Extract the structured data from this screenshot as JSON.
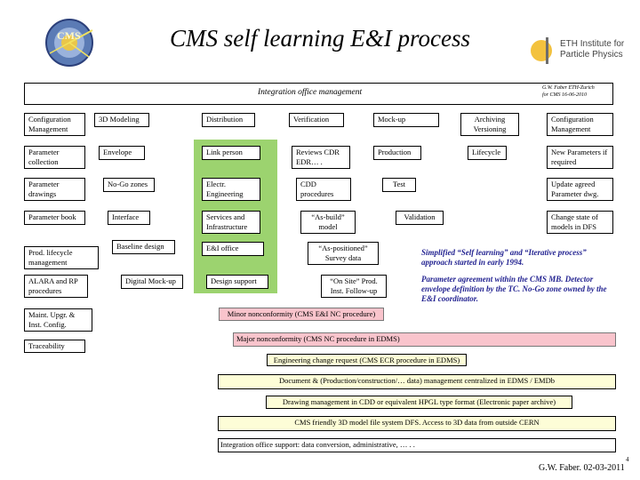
{
  "slide": {
    "title": "CMS self learning E&I process",
    "logo_right_line1": "ETH Institute for",
    "logo_right_line2": "Particle Physics",
    "page_number": "4",
    "footer": "G.W. Faber. 02-03-2011"
  },
  "colors": {
    "green_fill": "#9cd36f",
    "pink_fill": "#f9c4cc",
    "pale_fill": "#fdfdd7",
    "note_blue": "#1f1f8f"
  },
  "header": {
    "label": "Integration office management",
    "credit_line1": "G.W. Faber  ETH-Zurich",
    "credit_line2": "for CMS 16-06-2010"
  },
  "grid": {
    "col1": [
      "Configuration Management",
      "Parameter collection",
      "Parameter drawings",
      "Parameter book",
      "Prod. lifecycle management",
      "ALARA and RP procedures",
      "Maint. Upgr. & Inst. Config.",
      "Traceability"
    ],
    "col2": [
      "3D Modeling",
      "Envelope",
      "No-Go zones",
      "Interface",
      "Baseline design",
      "Digital Mock-up"
    ],
    "col3": [
      "Distribution",
      "Link person",
      "Electr. Engineering",
      "Services and Infrastructure",
      "E&I office",
      "Design support"
    ],
    "col4": [
      "Verification",
      "Reviews CDR EDR… .",
      "CDD procedures",
      "“As-build” model",
      "“As-positioned” Survey data",
      "“On Site” Prod. Inst. Follow-up"
    ],
    "col5": [
      "Mock-up",
      "Production",
      "Test",
      "Validation"
    ],
    "col6": [
      "Archiving Versioning",
      "Lifecycle"
    ],
    "col7": [
      "Configuration Management",
      "New Parameters if required",
      "Update agreed Parameter dwg.",
      "Change state of models in DFS"
    ]
  },
  "notes": {
    "note1": "Simplified “Self learning” and “Iterative process” approach started in early 1994.",
    "note2": "Parameter agreement within the CMS MB. Detector envelope definition by the TC. No-Go zone owned by the E&I coordinator."
  },
  "bars": {
    "minor": "Minor nonconformity (CMS E&I NC procedure)",
    "major": "Major nonconformity (CMS NC procedure in EDMS)",
    "ecr": "Engineering change request (CMS ECR procedure in EDMS)",
    "document": "Document & (Production/construction/… data) management centralized in EDMS / EMDb",
    "drawing": "Drawing management in CDD or equivalent HPGL type format (Electronic paper archive)",
    "dfs": "CMS friendly 3D model file system DFS. Access to 3D data from outside CERN",
    "support": "Integration office support: data conversion, administrative, … . ."
  }
}
